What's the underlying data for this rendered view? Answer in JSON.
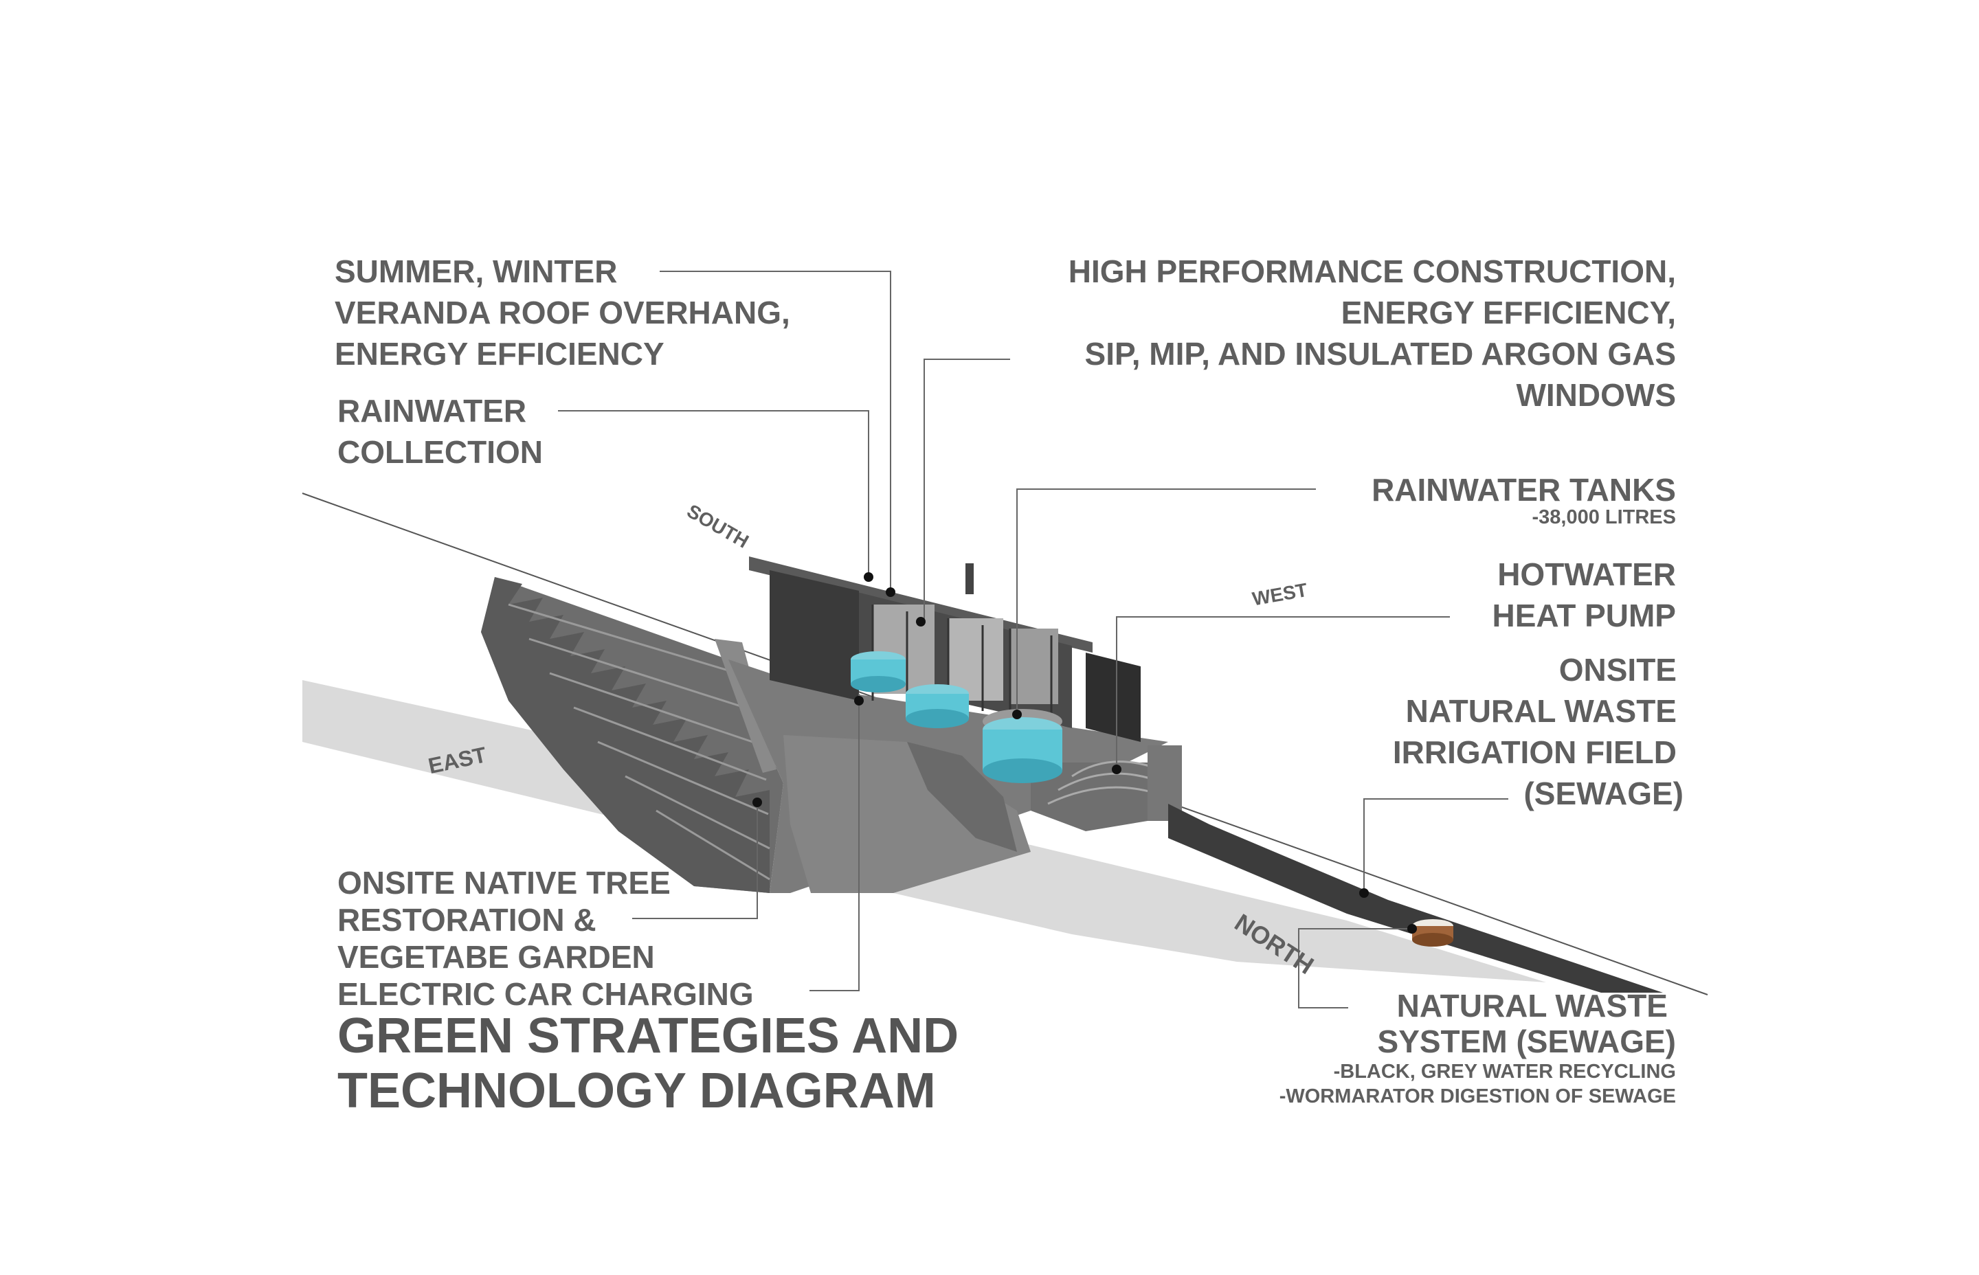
{
  "labels": {
    "summer_winter": [
      "SUMMER, WINTER",
      "VERANDA ROOF OVERHANG,",
      "ENERGY EFFICIENCY"
    ],
    "rainwater_collection": [
      "RAINWATER",
      "COLLECTION"
    ],
    "high_performance": [
      "HIGH PERFORMANCE CONSTRUCTION,",
      "ENERGY EFFICIENCY,",
      "SIP, MIP, AND INSULATED ARGON GAS",
      "WINDOWS"
    ],
    "rainwater_tanks": {
      "heading": "RAINWATER TANKS",
      "detail": "-38,000  LITRES"
    },
    "hotwater": [
      "HOTWATER",
      "HEAT PUMP"
    ],
    "onsite_waste": [
      "ONSITE",
      "NATURAL WASTE",
      "IRRIGATION FIELD",
      "(SEWAGE)"
    ],
    "native_tree": [
      "ONSITE NATIVE TREE",
      "RESTORATION &",
      "VEGETABE GARDEN",
      "ELECTRIC CAR CHARGING"
    ],
    "natural_waste": {
      "lines": [
        "NATURAL WASTE",
        "SYSTEM (SEWAGE)"
      ],
      "details": [
        "-BLACK, GREY WATER RECYCLING",
        "-WORMARATOR DIGESTION OF SEWAGE"
      ]
    }
  },
  "title": [
    "GREEN STRATEGIES AND",
    "TECHNOLOGY DIAGRAM"
  ],
  "compass": {
    "south": "SOUTH",
    "west": "WEST",
    "east": "EAST",
    "north": "NORTH"
  },
  "colors": {
    "text": "#5f5f5f",
    "leader": "#666666",
    "ground_shadow": "#d9d9d9",
    "terrain": "#6a6a6a",
    "terrace": "#7d7d7d",
    "water_tank": "#5cc6d6"
  }
}
